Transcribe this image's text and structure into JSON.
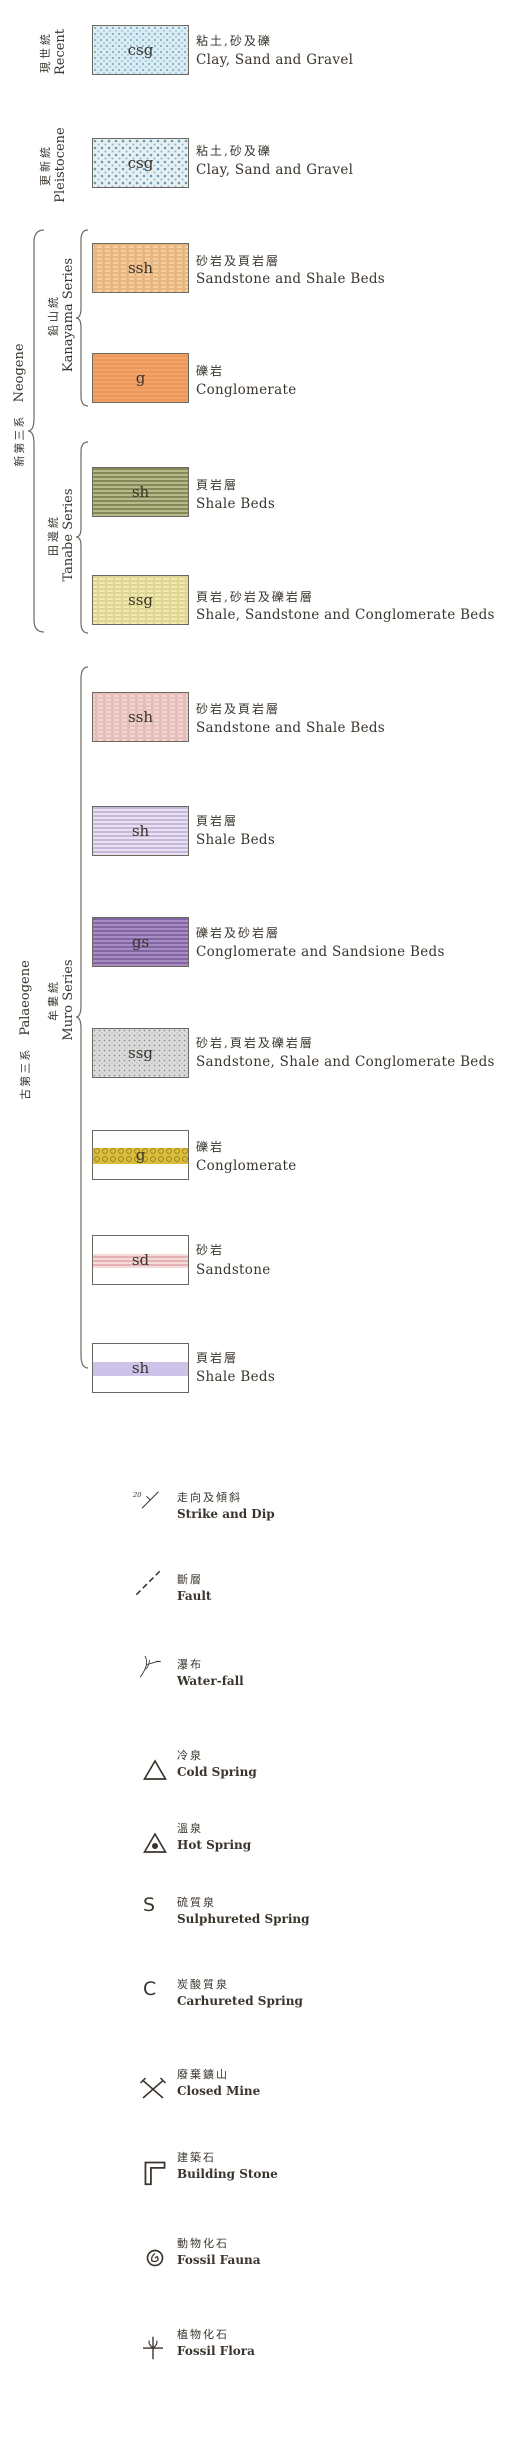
{
  "ages": {
    "recent": {
      "jp": "現世統",
      "en": "Recent"
    },
    "pleistocene": {
      "jp": "更新統",
      "en": "Pleistocene"
    },
    "neogene": {
      "jp": "新第三系",
      "en": "Neogene"
    },
    "kanayama": {
      "jp": "鉛山統",
      "en": "Kanayama Series"
    },
    "tanabe": {
      "jp": "田邊統",
      "en": "Tanabe Series"
    },
    "palaeogene": {
      "jp": "古第三系",
      "en": "Palaeogene"
    },
    "muro": {
      "jp": "牟婁統",
      "en": "Muro Series"
    }
  },
  "units": [
    {
      "code": "csg",
      "jp": "粘土,砂及礫",
      "en": "Clay, Sand and Gravel",
      "color": "#d8ecf4",
      "pattern": "dots-blue"
    },
    {
      "code": "csg",
      "jp": "粘土,砂及礫",
      "en": "Clay, Sand and Gravel",
      "color": "#e4f0f2",
      "pattern": "dots-blue"
    },
    {
      "code": "ssh",
      "jp": "砂岩及頁岩層",
      "en": "Sandstone and Shale Beds",
      "color": "#f6cfa0",
      "pattern": "lines-orange"
    },
    {
      "code": "g",
      "jp": "礫岩",
      "en": "Conglomerate",
      "color": "#f3a468",
      "pattern": "lines-orange"
    },
    {
      "code": "sh",
      "jp": "頁岩層",
      "en": "Shale Beds",
      "color": "#b8b98a",
      "pattern": "lines-green"
    },
    {
      "code": "ssg",
      "jp": "頁岩,砂岩及礫岩層",
      "en": "Shale, Sandstone and Conglomerate Beds",
      "color": "#f1ecad",
      "pattern": "lines-yellow"
    },
    {
      "code": "ssh",
      "jp": "砂岩及頁岩層",
      "en": "Sandstone and Shale Beds",
      "color": "#f2d6cf",
      "pattern": "lines-pink"
    },
    {
      "code": "sh",
      "jp": "頁岩層",
      "en": "Shale Beds",
      "color": "#e9e1f2",
      "pattern": "lines-purple"
    },
    {
      "code": "gs",
      "jp": "礫岩及砂岩層",
      "en": "Conglomerate and Sandsione Beds",
      "color": "#a88dc2",
      "pattern": "lines-purple"
    },
    {
      "code": "ssg",
      "jp": "砂岩,頁岩及礫岩層",
      "en": "Sandstone, Shale and Conglomerate Beds",
      "color": "#dcdcdc",
      "pattern": "dots-grey"
    },
    {
      "code": "g",
      "jp": "礫岩",
      "en": "Conglomerate",
      "color": "#d9bd3c",
      "pattern": "band-yellow"
    },
    {
      "code": "sd",
      "jp": "砂岩",
      "en": "Sandstone",
      "color": "#f4dada",
      "pattern": "band-red"
    },
    {
      "code": "sh",
      "jp": "頁岩層",
      "en": "Shale Beds",
      "color": "#cdc3e8",
      "pattern": "band-lavender"
    }
  ],
  "symbols": [
    {
      "jp": "走向及傾斜",
      "en": "Strike and Dip",
      "icon": "strike-dip-icon",
      "number": "20"
    },
    {
      "jp": "斷層",
      "en": "Fault",
      "icon": "fault-icon"
    },
    {
      "jp": "瀑布",
      "en": "Water-fall",
      "icon": "waterfall-icon"
    },
    {
      "jp": "冷泉",
      "en": "Cold Spring",
      "icon": "cold-spring-icon"
    },
    {
      "jp": "溫泉",
      "en": "Hot Spring",
      "icon": "hot-spring-icon"
    },
    {
      "jp": "硫質泉",
      "en": "Sulphureted Spring",
      "icon": "sulphureted-spring-icon",
      "glyph": "S"
    },
    {
      "jp": "炭酸質泉",
      "en": "Carhureted Spring",
      "icon": "carbureted-spring-icon",
      "glyph": "C"
    },
    {
      "jp": "廢棄鑛山",
      "en": "Closed Mine",
      "icon": "closed-mine-icon"
    },
    {
      "jp": "建築石",
      "en": "Building Stone",
      "icon": "building-stone-icon"
    },
    {
      "jp": "動物化石",
      "en": "Fossil Fauna",
      "icon": "fossil-fauna-icon"
    },
    {
      "jp": "植物化石",
      "en": "Fossil Flora",
      "icon": "fossil-flora-icon"
    }
  ]
}
